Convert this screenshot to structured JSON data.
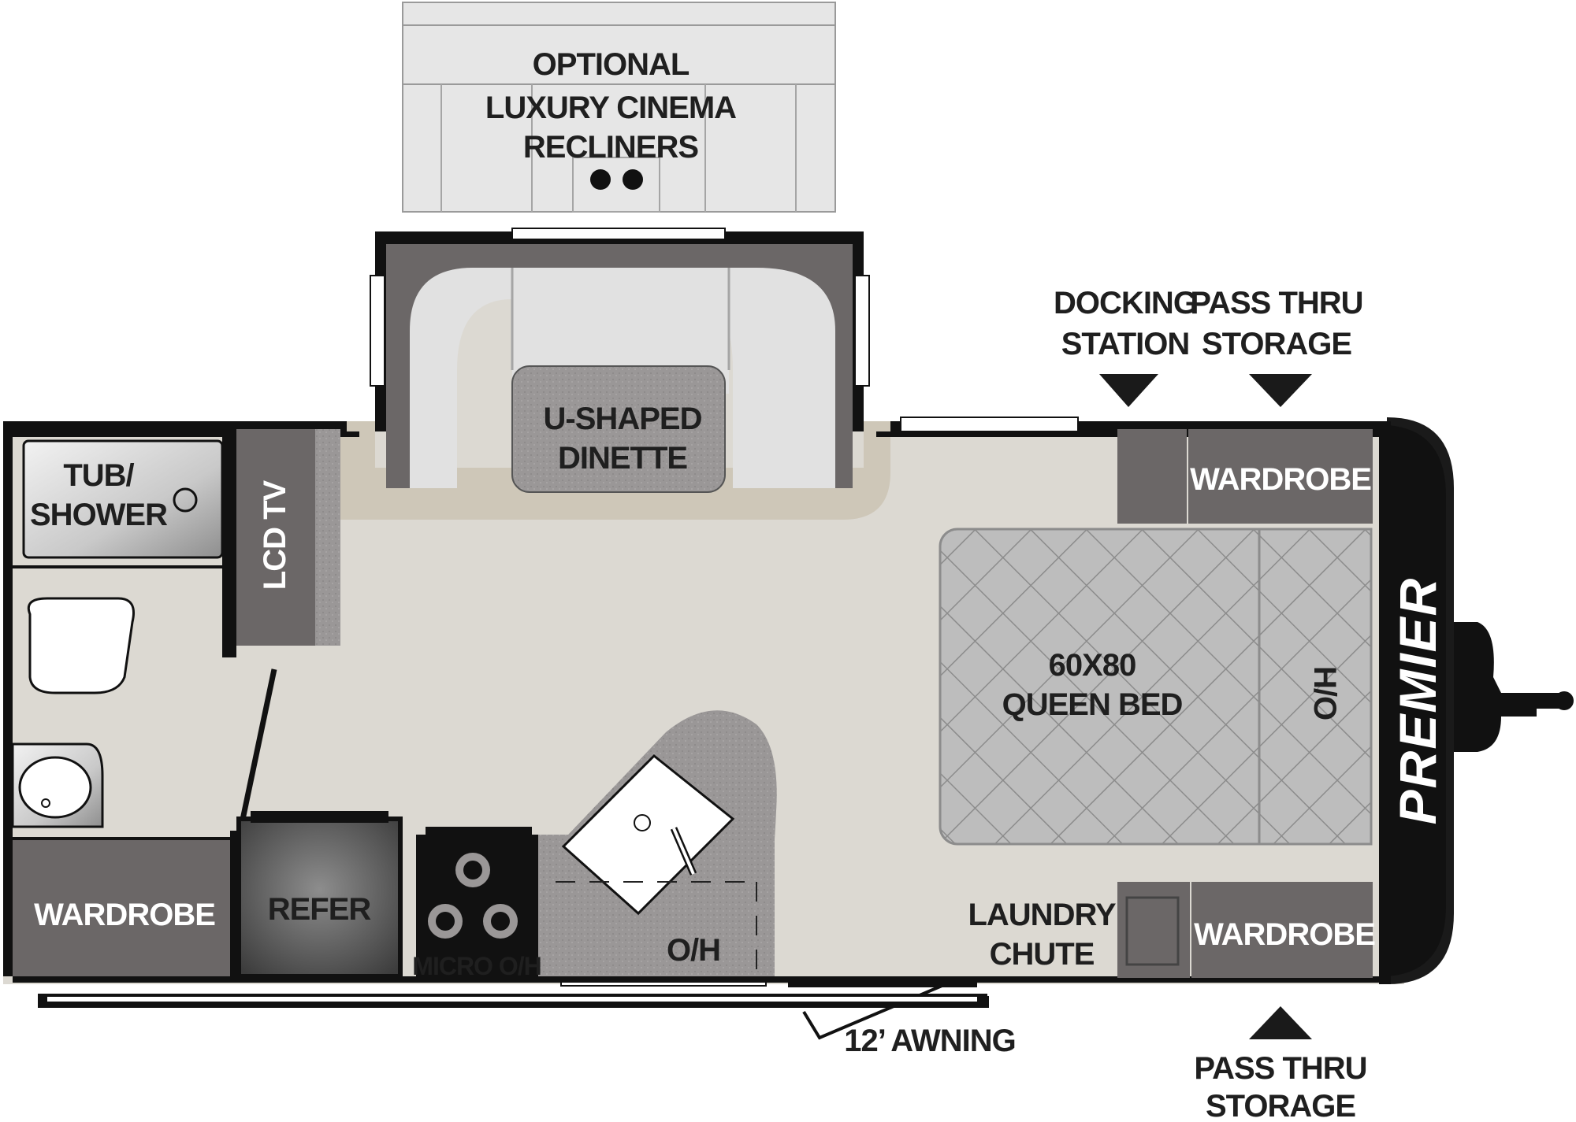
{
  "diagram": {
    "brand": "PREMIER",
    "colors": {
      "floor": "#dcd9d2",
      "slide_floor": "#cec7b8",
      "wall": "#111111",
      "cabinet_dark": "#6b6767",
      "counter": "#9a9797",
      "bed": "#bdbdbd",
      "pass_thru_arrow": "#1a1a1a"
    },
    "labels": {
      "recliners_line1": "OPTIONAL",
      "recliners_line2": "LUXURY CINEMA",
      "recliners_line3": "RECLINERS",
      "dinette_line1": "U-SHAPED",
      "dinette_line2": "DINETTE",
      "docking_line1": "DOCKING",
      "docking_line2": "STATION",
      "pass_top_line1": "PASS THRU",
      "pass_top_line2": "STORAGE",
      "wardrobe_top": "WARDROBE",
      "tub_line1": "TUB/",
      "tub_line2": "SHOWER",
      "lcd_tv": "LCD TV",
      "bed_line1": "60X80",
      "bed_line2": "QUEEN BED",
      "ho": "H/O",
      "wardrobe_left": "WARDROBE",
      "refer": "REFER",
      "micro": "MICRO O/H",
      "oh": "O/H",
      "laundry_line1": "LAUNDRY",
      "laundry_line2": "CHUTE",
      "wardrobe_bottom": "WARDROBE",
      "awning": "12’ AWNING",
      "pass_bottom_line1": "PASS THRU",
      "pass_bottom_line2": "STORAGE"
    }
  }
}
